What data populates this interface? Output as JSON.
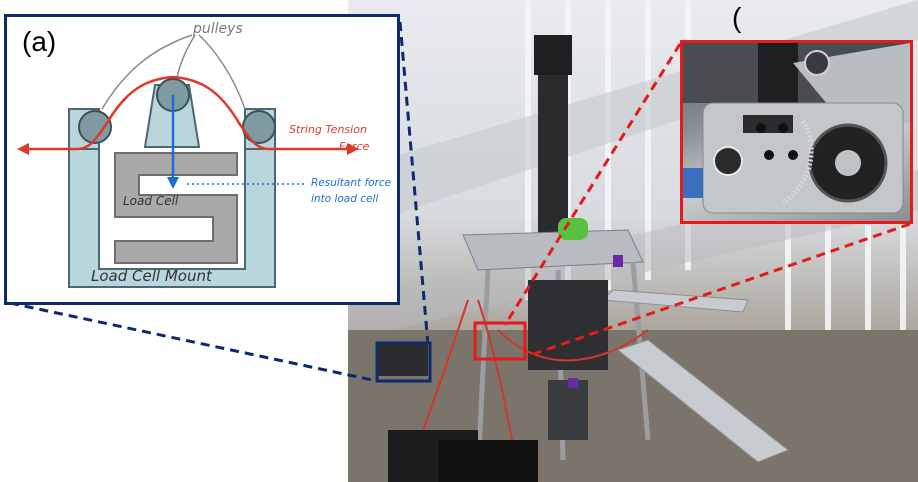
{
  "panel_a": {
    "label": "(a)",
    "pulleys_label": "pulleys",
    "string_tension_line1": "String Tension",
    "string_tension_line2": "Force",
    "resultant_line1": "Resultant force",
    "resultant_line2": "into load cell",
    "load_cell_label": "Load Cell",
    "mount_label": "Load Cell Mount"
  },
  "panel_b": {
    "label": "("
  },
  "colors": {
    "string": "#e0382a",
    "force_arrow": "#1a6fd6",
    "mount": "#b9d6dc",
    "load_cell": "#a9a9a9",
    "frame_a": "#0d2a6e",
    "frame_b": "#e31b1b"
  }
}
